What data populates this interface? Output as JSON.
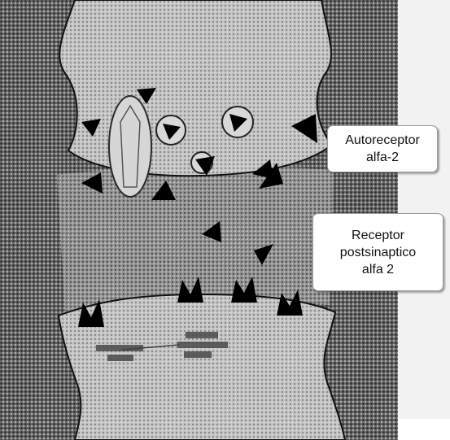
{
  "labels": {
    "autoreceptor": [
      "Autoreceptor",
      "alfa-2"
    ],
    "postsynaptic": [
      "Receptor",
      "postsinaptico",
      "alfa 2"
    ]
  },
  "icons": [
    "ligand-triangle-icon",
    "receptor-cup-icon",
    "vesicle-icon"
  ],
  "colors": {
    "background": "#5f5f5f",
    "terminal": "#bdbdbd",
    "marker": "#000000",
    "callout_border": "#9a9a9a"
  }
}
